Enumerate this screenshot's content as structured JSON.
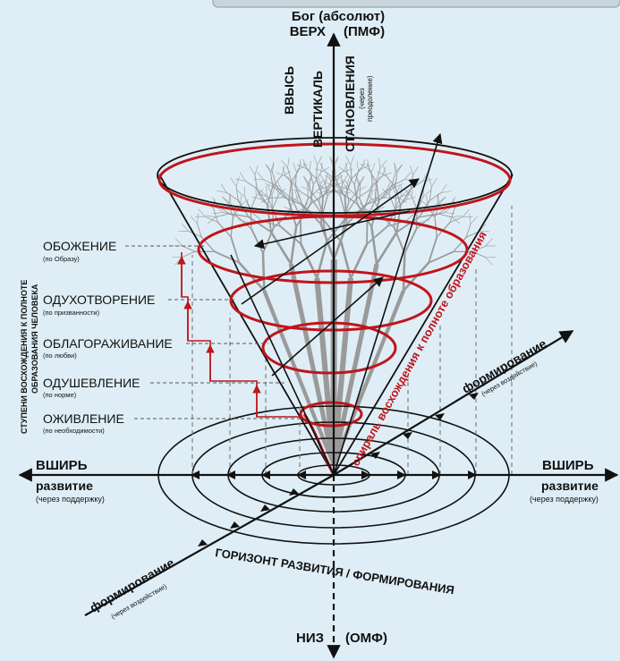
{
  "top_label": {
    "line1": "Бог (абсолют)",
    "left": "ВЕРХ",
    "right": "(ПМФ)"
  },
  "bottom_label": {
    "left": "НИЗ",
    "right": "(ОМФ)"
  },
  "vertical_words": {
    "vvys": "ВВЫСЬ",
    "vertical": "ВЕРТИКАЛЬ",
    "stanovleniya": "СТАНОВЛЕНИЯ",
    "note_line1": "(через",
    "note_line2": "преодоление)"
  },
  "left_side": {
    "title": "ВШИРЬ",
    "sub": "развитие",
    "note": "(через поддержку)"
  },
  "right_side": {
    "title": "ВШИРЬ",
    "sub": "развитие",
    "note": "(через поддержку)"
  },
  "formation_upper": {
    "title": "формирование",
    "note": "(через воздействие)"
  },
  "formation_lower": {
    "title": "формирование",
    "note": "(через воздействие)"
  },
  "horizon": "ГОРИЗОНТ РАЗВИТИЯ / ФОРМИРОВАНИЯ",
  "spiral_label": "спираль восхождения к полноте образования",
  "steps_title": {
    "line1": "СТУПЕНИ ВОСХОЖДЕНИЯ К ПОЛНОТЕ",
    "line2": "ОБРАЗОВАНИЯ ЧЕЛОВЕКА"
  },
  "steps": [
    {
      "name": "ОБОЖЕНИЕ",
      "note": "(по Образу)"
    },
    {
      "name": "ОДУХОТВОРЕНИЕ",
      "note": "(по призванности)"
    },
    {
      "name": "ОБЛАГОРАЖИВАНИЕ",
      "note": "(по любви)"
    },
    {
      "name": "ОДУШЕВЛЕНИЕ",
      "note": "(по норме)"
    },
    {
      "name": "ОЖИВЛЕНИЕ",
      "note": "(по необходимости)"
    }
  ],
  "colors": {
    "background": "#dfeef6",
    "red": "#c0151b",
    "ink": "#111111",
    "tree": "#9a9a9a",
    "dashed": "#777777"
  }
}
